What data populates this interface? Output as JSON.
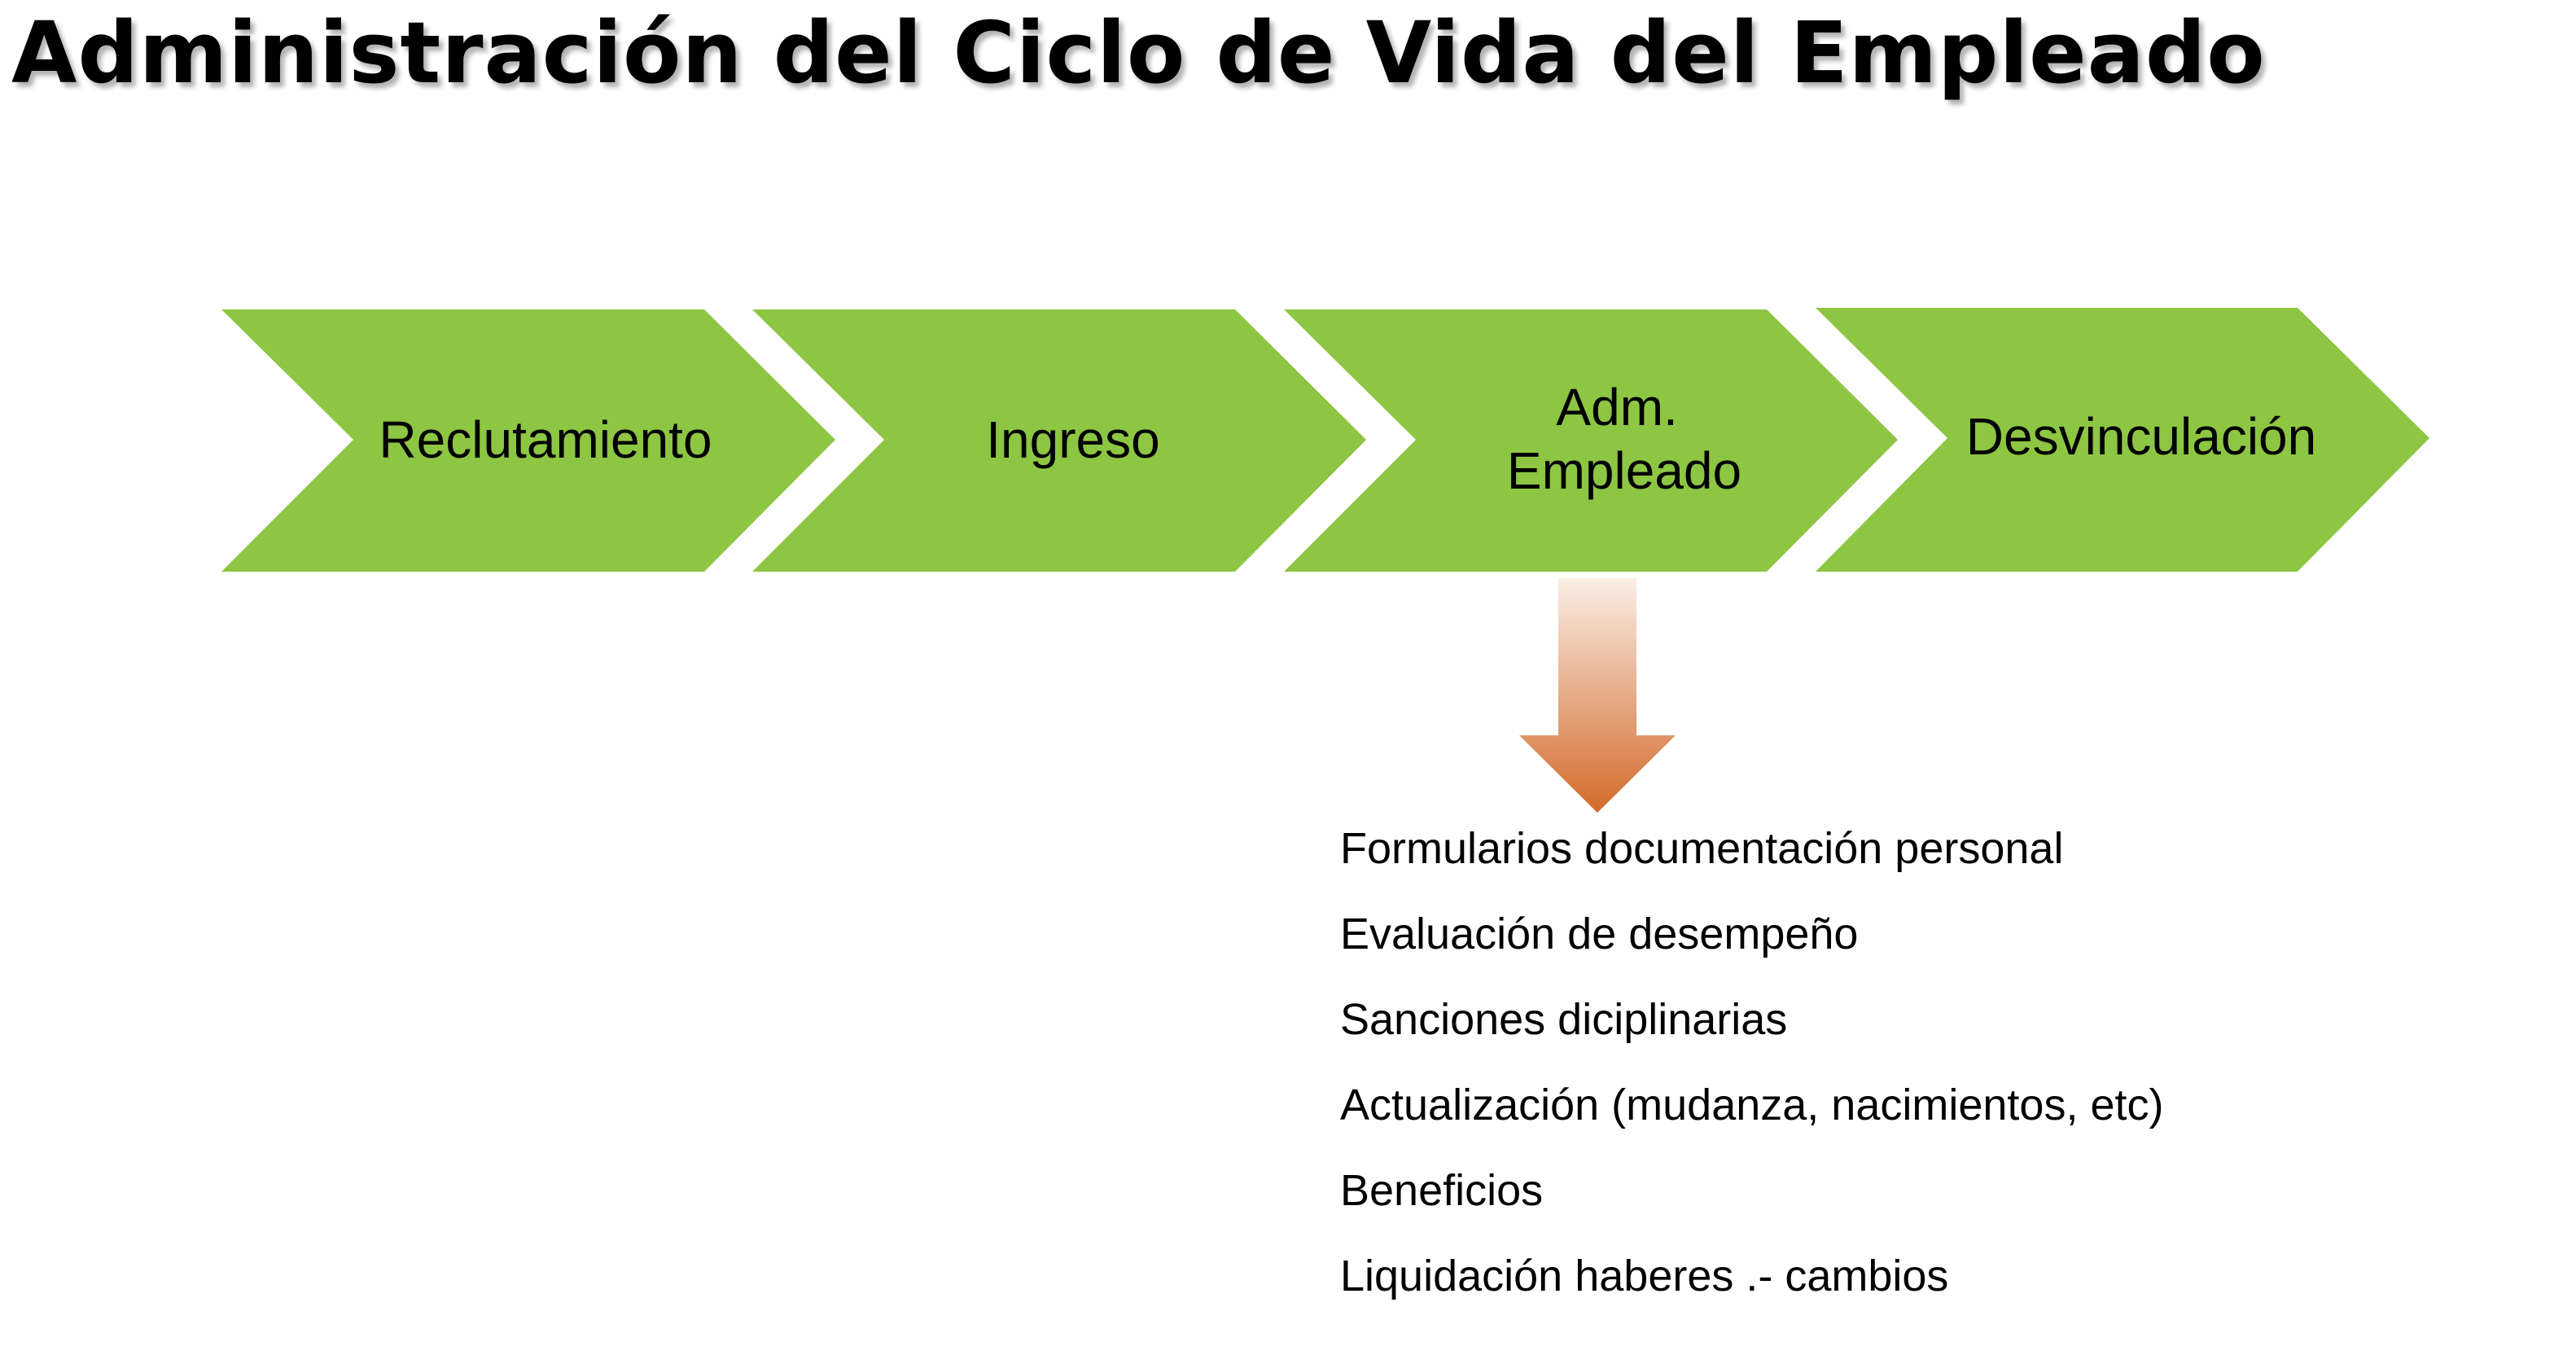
{
  "title": "Administración del Ciclo de Vida del Empleado",
  "stages": [
    {
      "label_lines": [
        "Reclutamiento"
      ]
    },
    {
      "label_lines": [
        "Ingreso"
      ]
    },
    {
      "label_lines": [
        "Adm.",
        "Empleado"
      ]
    },
    {
      "label_lines": [
        "Desvinculación"
      ]
    }
  ],
  "details": [
    "Formularios documentación personal",
    "Evaluación de desempeño",
    "Sanciones diciplinarias",
    "Actualización (mudanza, nacimientos, etc)",
    "Beneficios",
    "Liquidación haberes .- cambios"
  ],
  "colors": {
    "chevron_fill": "#8DC642",
    "arrow_light": "#FBEEE6",
    "arrow_dark": "#D26A2A"
  }
}
